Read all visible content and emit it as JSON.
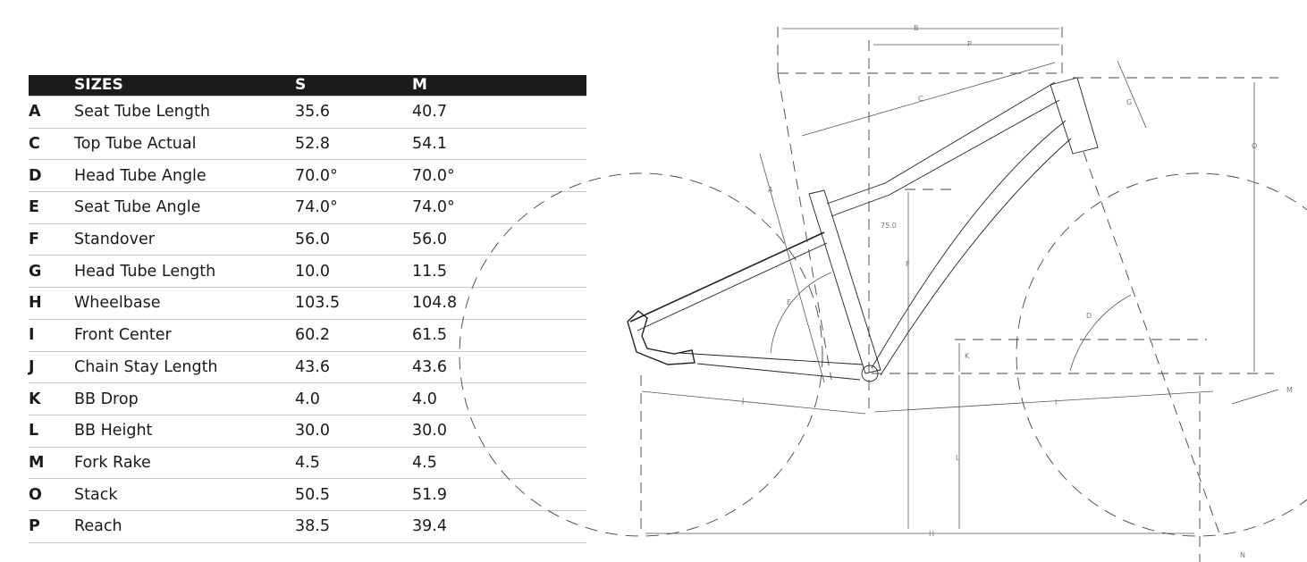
{
  "table": {
    "headers": {
      "letter": "",
      "name": "SIZES",
      "s": "S",
      "m": "M"
    },
    "rows": [
      {
        "letter": "A",
        "name": "Seat Tube Length",
        "s": "35.6",
        "m": "40.7"
      },
      {
        "letter": "C",
        "name": "Top Tube Actual",
        "s": "52.8",
        "m": "54.1"
      },
      {
        "letter": "D",
        "name": "Head Tube Angle",
        "s": "70.0°",
        "m": "70.0°"
      },
      {
        "letter": "E",
        "name": "Seat Tube Angle",
        "s": "74.0°",
        "m": "74.0°"
      },
      {
        "letter": "F",
        "name": "Standover",
        "s": "56.0",
        "m": "56.0"
      },
      {
        "letter": "G",
        "name": "Head Tube Length",
        "s": "10.0",
        "m": "11.5"
      },
      {
        "letter": "H",
        "name": "Wheelbase",
        "s": "103.5",
        "m": "104.8"
      },
      {
        "letter": "I",
        "name": "Front Center",
        "s": "60.2",
        "m": "61.5"
      },
      {
        "letter": "J",
        "name": "Chain Stay Length",
        "s": "43.6",
        "m": "43.6"
      },
      {
        "letter": "K",
        "name": "BB Drop",
        "s": "4.0",
        "m": "4.0"
      },
      {
        "letter": "L",
        "name": "BB Height",
        "s": "30.0",
        "m": "30.0"
      },
      {
        "letter": "M",
        "name": "Fork Rake",
        "s": "4.5",
        "m": "4.5"
      },
      {
        "letter": "O",
        "name": "Stack",
        "s": "50.5",
        "m": "51.9"
      },
      {
        "letter": "P",
        "name": "Reach",
        "s": "38.5",
        "m": "39.4"
      }
    ]
  },
  "diagram": {
    "labels": {
      "A": "A",
      "B": "B",
      "C": "C",
      "D": "D",
      "E": "E",
      "F": "F",
      "G": "G",
      "H": "H",
      "I": "I",
      "J": "J",
      "K": "K",
      "L": "L",
      "M": "M",
      "N": "N",
      "O": "O",
      "P": "P",
      "standover_offset": "75.0"
    }
  }
}
